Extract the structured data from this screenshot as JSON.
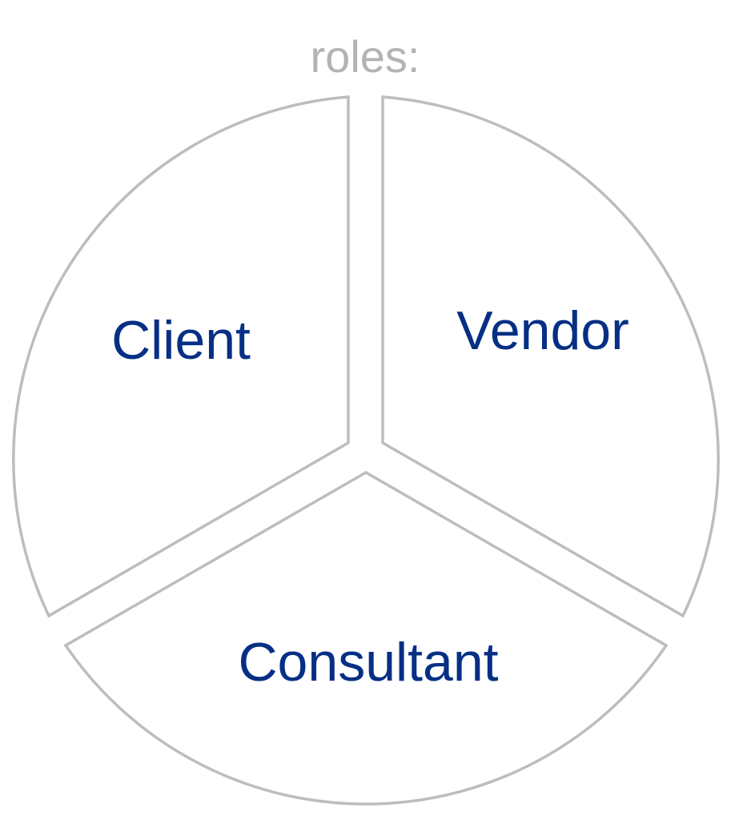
{
  "title": "roles:",
  "segments": [
    {
      "id": "client",
      "label": "Client"
    },
    {
      "id": "vendor",
      "label": "Vendor"
    },
    {
      "id": "consultant",
      "label": "Consultant"
    }
  ],
  "colors": {
    "title": "#b3b3b3",
    "label": "#062f85",
    "outline": "#bdbdbd",
    "fill": "#ffffff"
  }
}
